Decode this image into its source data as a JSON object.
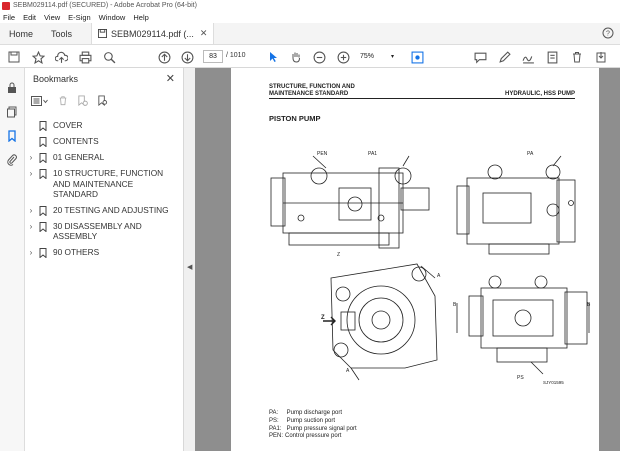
{
  "window": {
    "title": "SEBM029114.pdf (SECURED) - Adobe Acrobat Pro (64-bit)"
  },
  "menu": [
    "File",
    "Edit",
    "View",
    "E-Sign",
    "Window",
    "Help"
  ],
  "tabs": {
    "home": "Home",
    "tools": "Tools",
    "document": "SEBM029114.pdf (..."
  },
  "toolbar": {
    "page_current": "83",
    "page_total": "/ 1010",
    "zoom": "75%"
  },
  "bookmarks": {
    "header": "Bookmarks",
    "items": [
      {
        "label": "COVER",
        "expandable": false
      },
      {
        "label": "CONTENTS",
        "expandable": false
      },
      {
        "label": "01 GENERAL",
        "expandable": true
      },
      {
        "label": "10 STRUCTURE, FUNCTION AND MAINTENANCE STANDARD",
        "expandable": true
      },
      {
        "label": "20 TESTING AND ADJUSTING",
        "expandable": true
      },
      {
        "label": "30 DISASSEMBLY AND ASSEMBLY",
        "expandable": true
      },
      {
        "label": "90  OTHERS",
        "expandable": true
      }
    ]
  },
  "page": {
    "header_left_1": "STRUCTURE, FUNCTION AND",
    "header_left_2": "MAINTENANCE STANDARD",
    "header_right": "HYDRAULIC, HSS PUMP",
    "title": "PISTON PUMP",
    "fig_labels": {
      "pen": "PEN",
      "pa1": "PA1",
      "pa": "PA",
      "z": "Z",
      "z2": "Z",
      "a": "A",
      "a2": "A",
      "b": "B",
      "b2": "B",
      "ps": "PS",
      "figno": "SJY01595"
    },
    "legend": [
      {
        "key": "PA:",
        "text": "Pump discharge port"
      },
      {
        "key": "PS:",
        "text": "Pump suction port"
      },
      {
        "key": "PA1:",
        "text": "Pump pressure signal port"
      },
      {
        "key": "PEN:",
        "text": "Control pressure port"
      }
    ]
  },
  "colors": {
    "accent": "#1473e6",
    "doc_bg": "#8e8e8e",
    "acrobat_red": "#d9262c"
  }
}
